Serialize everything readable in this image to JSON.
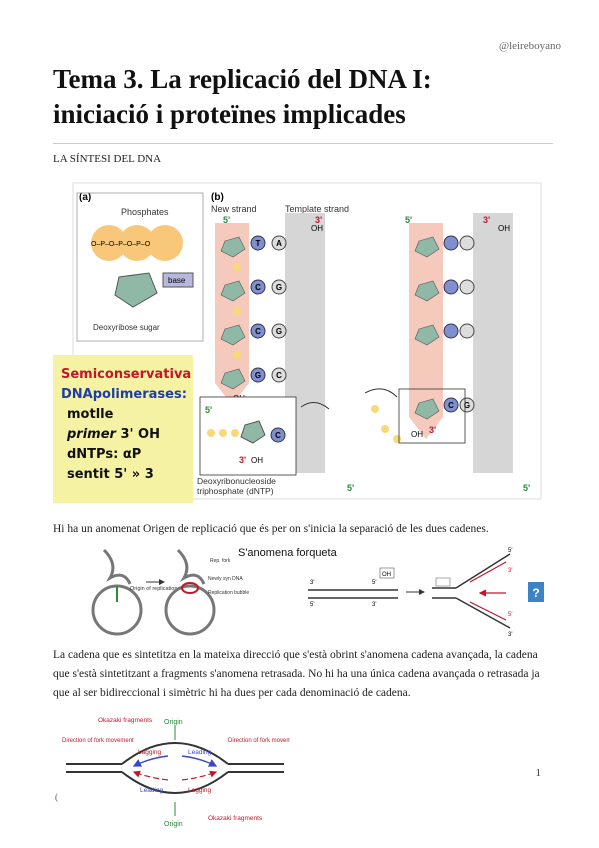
{
  "header": {
    "handle": "@leireboyano"
  },
  "title": {
    "line1": "Tema 3. La replicació del DNA I:",
    "line2": "iniciació i proteïnes implicades"
  },
  "section": "LA SÍNTESI DEL DNA",
  "figure1": {
    "panel_a_label": "(a)",
    "panel_b_label": "(b)",
    "phosphates": "Phosphates",
    "base": "base",
    "deoxyribose": "Deoxyribose sugar",
    "new_strand": "New strand",
    "template_strand": "Template strand",
    "dntp_line1": "Deoxyribonucleoside",
    "dntp_line2": "triphosphate (dNTP)",
    "oh": "OH",
    "five_prime": "5'",
    "three_prime": "3'",
    "nucleotides": [
      "T",
      "A",
      "C",
      "G",
      "C",
      "G",
      "G",
      "C",
      "C",
      "G"
    ],
    "sticky": {
      "l1": "Semiconservativa",
      "l2": "DNApolimerases:",
      "l3": "motlle",
      "l4_a": "primer",
      "l4_b": "3' OH",
      "l5": "dNTPs: αP",
      "l6": "sentit 5' » 3"
    }
  },
  "para1": "Hi ha un anomenat Origen de replicació que és per on s'inicia la separació de les dues cadenes.",
  "figure2": {
    "annotation": "S'anomena forqueta",
    "origin": "Origin of replication",
    "newly": "Newly syn DNA",
    "bubble": "Replication bubble",
    "rep": "Rep. fork",
    "question": "?",
    "labels": {
      "p3": "3'",
      "p5": "5'",
      "oh": "OH"
    }
  },
  "para2": {
    "s1": "La cadena que es sintetitza en la mateixa direcció que s'està obrint s'anomena cadena avançada, la",
    "s2": "cadena que s'està sintetitzant a fragments s'anomena retrasada.",
    "s3": " No hi ha una única cadena avançada",
    "s4": "o retrasada ja que al ser bidireccional i simètric hi ha dues per cada denominació de cadena."
  },
  "figure3": {
    "okazaki": "Okazaki fragments",
    "origin": "Origin",
    "direction": "Direction of fork movement",
    "leading": "Leading",
    "lagging": "Lagging"
  },
  "page_number": "1",
  "stray": "("
}
